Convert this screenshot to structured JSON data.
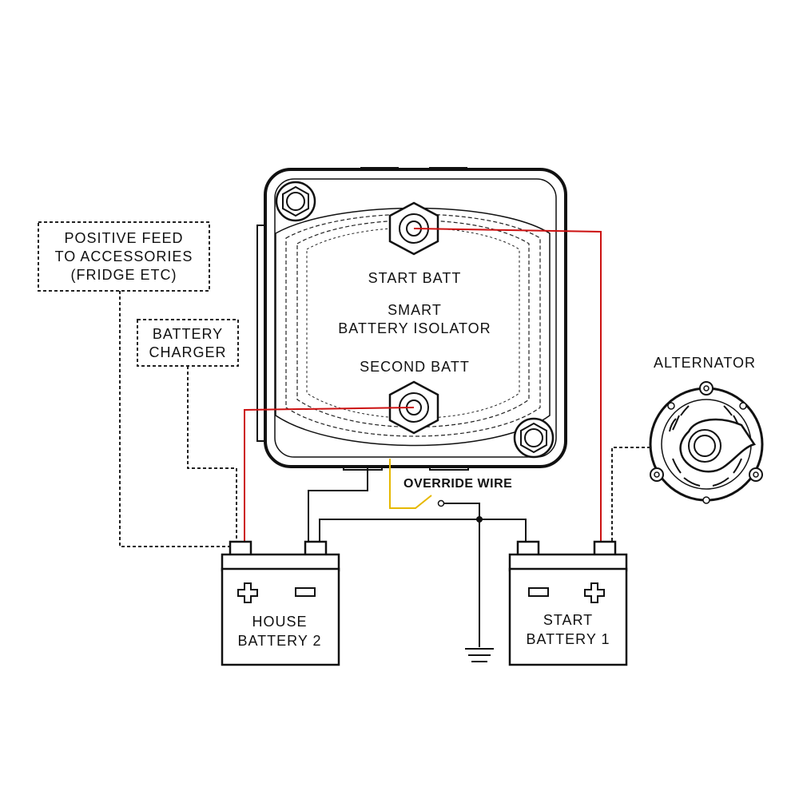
{
  "labels": {
    "positive_feed": [
      "POSITIVE FEED",
      "TO ACCESSORIES",
      "(FRIDGE ETC)"
    ],
    "battery_charger": [
      "BATTERY",
      "CHARGER"
    ],
    "start_batt": "START BATT",
    "isolator": [
      "SMART",
      "BATTERY ISOLATOR"
    ],
    "second_batt": "SECOND BATT",
    "alternator": "ALTERNATOR",
    "override_wire": "OVERRIDE WIRE",
    "house_battery": [
      "HOUSE",
      "BATTERY 2"
    ],
    "start_battery": [
      "START",
      "BATTERY 1"
    ]
  },
  "colors": {
    "positive_wire": "#cc1111",
    "override_wire": "#e6b800",
    "line": "#111111"
  },
  "icons": [
    "plus-icon",
    "minus-icon",
    "ground-icon",
    "nut-icon",
    "terminal-stud-icon"
  ]
}
